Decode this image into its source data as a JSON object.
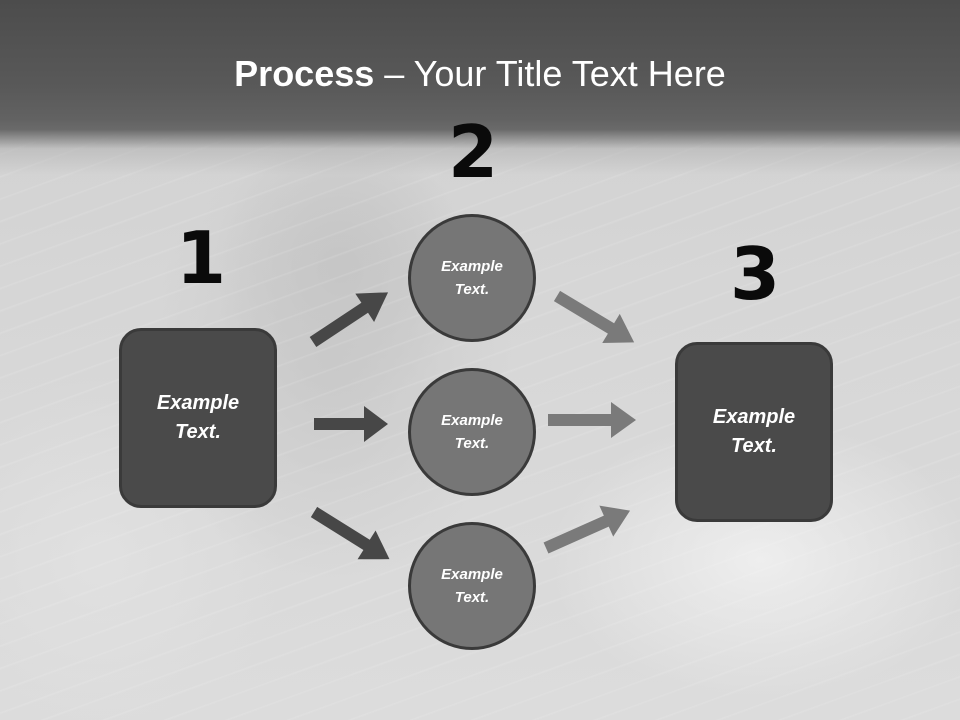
{
  "slide": {
    "title_strong": "Process",
    "title_rest": " – Your Title Text Here"
  },
  "steps": [
    {
      "number": "1"
    },
    {
      "number": "2"
    },
    {
      "number": "3"
    }
  ],
  "boxes": [
    {
      "line1": "Example",
      "line2": "Text."
    },
    {
      "line1": "Example",
      "line2": "Text."
    }
  ],
  "circles": [
    {
      "line1": "Example",
      "line2": "Text."
    },
    {
      "line1": "Example",
      "line2": "Text."
    },
    {
      "line1": "Example",
      "line2": "Text."
    }
  ],
  "colors": {
    "header": "#555555",
    "box_fill": "#4a4a4a",
    "circle_fill": "#767676",
    "left_arrows": "#474747",
    "right_arrows": "#7a7a7a",
    "number": "#0a0a0a"
  },
  "arrows": {
    "left": [
      "arrow-up-right",
      "arrow-right",
      "arrow-down-right"
    ],
    "right": [
      "arrow-down-right",
      "arrow-right",
      "arrow-up-right"
    ]
  }
}
